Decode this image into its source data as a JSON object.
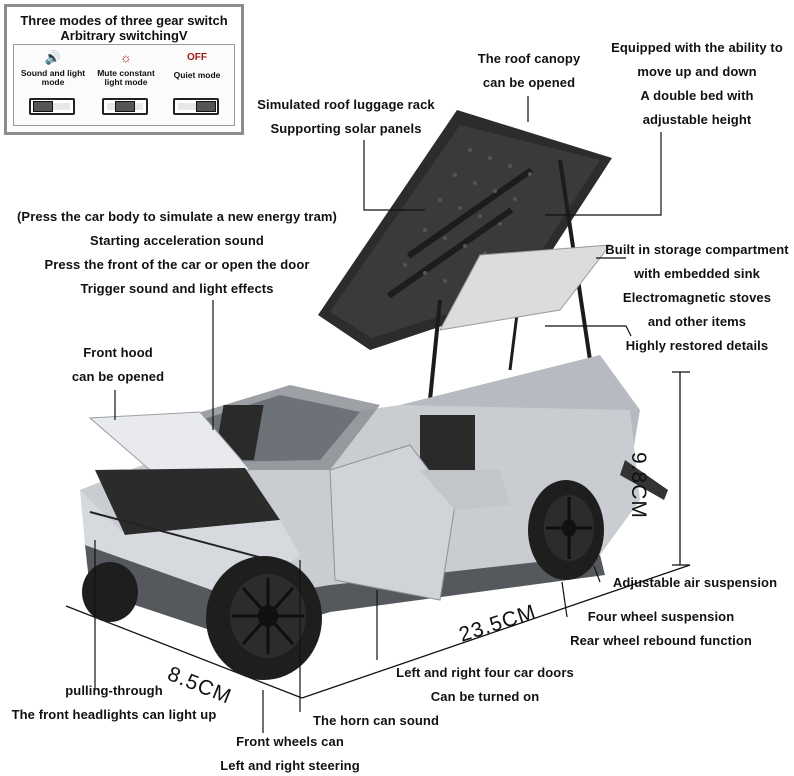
{
  "mode_switch": {
    "title_line1": "Three modes of three gear switch",
    "title_line2": "Arbitrary switchingV",
    "modes": [
      {
        "label_line1": "Sound and light",
        "label_line2": "mode",
        "icon": "speaker-icon",
        "position": "left"
      },
      {
        "label_line1": "Mute constant",
        "label_line2": "light mode",
        "icon": "light-icon",
        "position": "middle"
      },
      {
        "icon_text": "OFF",
        "label_line1": "Quiet mode",
        "label_line2": "",
        "icon": "off-icon",
        "position": "right"
      }
    ]
  },
  "annotations": {
    "roof_canopy": [
      "The roof canopy",
      "can be opened"
    ],
    "lift": [
      "Equipped with the ability to",
      "move up and down",
      "A double bed with",
      "adjustable height"
    ],
    "luggage_rack": [
      "Simulated roof luggage rack",
      "Supporting solar panels"
    ],
    "sound_effects": [
      "(Press the car body to simulate a new energy tram)",
      "Starting acceleration sound",
      "Press the front of the car or open the door",
      "Trigger sound and light effects"
    ],
    "storage": [
      "Built in storage compartment",
      "with embedded sink",
      "Electromagnetic stoves",
      "and other items",
      "Highly restored details"
    ],
    "front_hood": [
      "Front hood",
      "can be opened"
    ],
    "air_suspension": "Adjustable air suspension",
    "wheel_suspension": [
      "Four wheel suspension",
      "Rear wheel rebound function"
    ],
    "doors": [
      "Left and right four car doors",
      "Can be turned on"
    ],
    "headlights": [
      "pulling-through",
      "The front headlights can light up"
    ],
    "horn": "The horn can sound",
    "steering": [
      "Front wheels can",
      "Left and right steering"
    ]
  },
  "dimensions": {
    "height": "9.8CM",
    "length": "23.5CM",
    "width": "8.5CM"
  },
  "colors": {
    "body": "#c9ccd1",
    "body_dark": "#8d9197",
    "tire": "#1e1e1e",
    "frame": "#2b2b2b",
    "leader": "#111111",
    "switch_border": "#8c8c8c"
  }
}
